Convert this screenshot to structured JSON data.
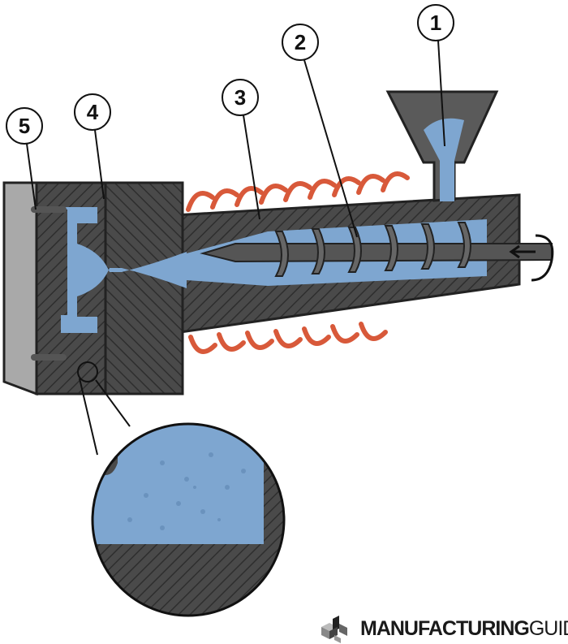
{
  "diagram": {
    "labels": [
      "1",
      "2",
      "3",
      "4",
      "5"
    ],
    "colors": {
      "steel": "#4a4a4a",
      "plastic": "#7ea6d0",
      "heater": "#d8593a",
      "mold_face": "#a9a9a9"
    }
  },
  "logo": {
    "bold": "MANUFACTURING",
    "light": "GUIDE"
  }
}
